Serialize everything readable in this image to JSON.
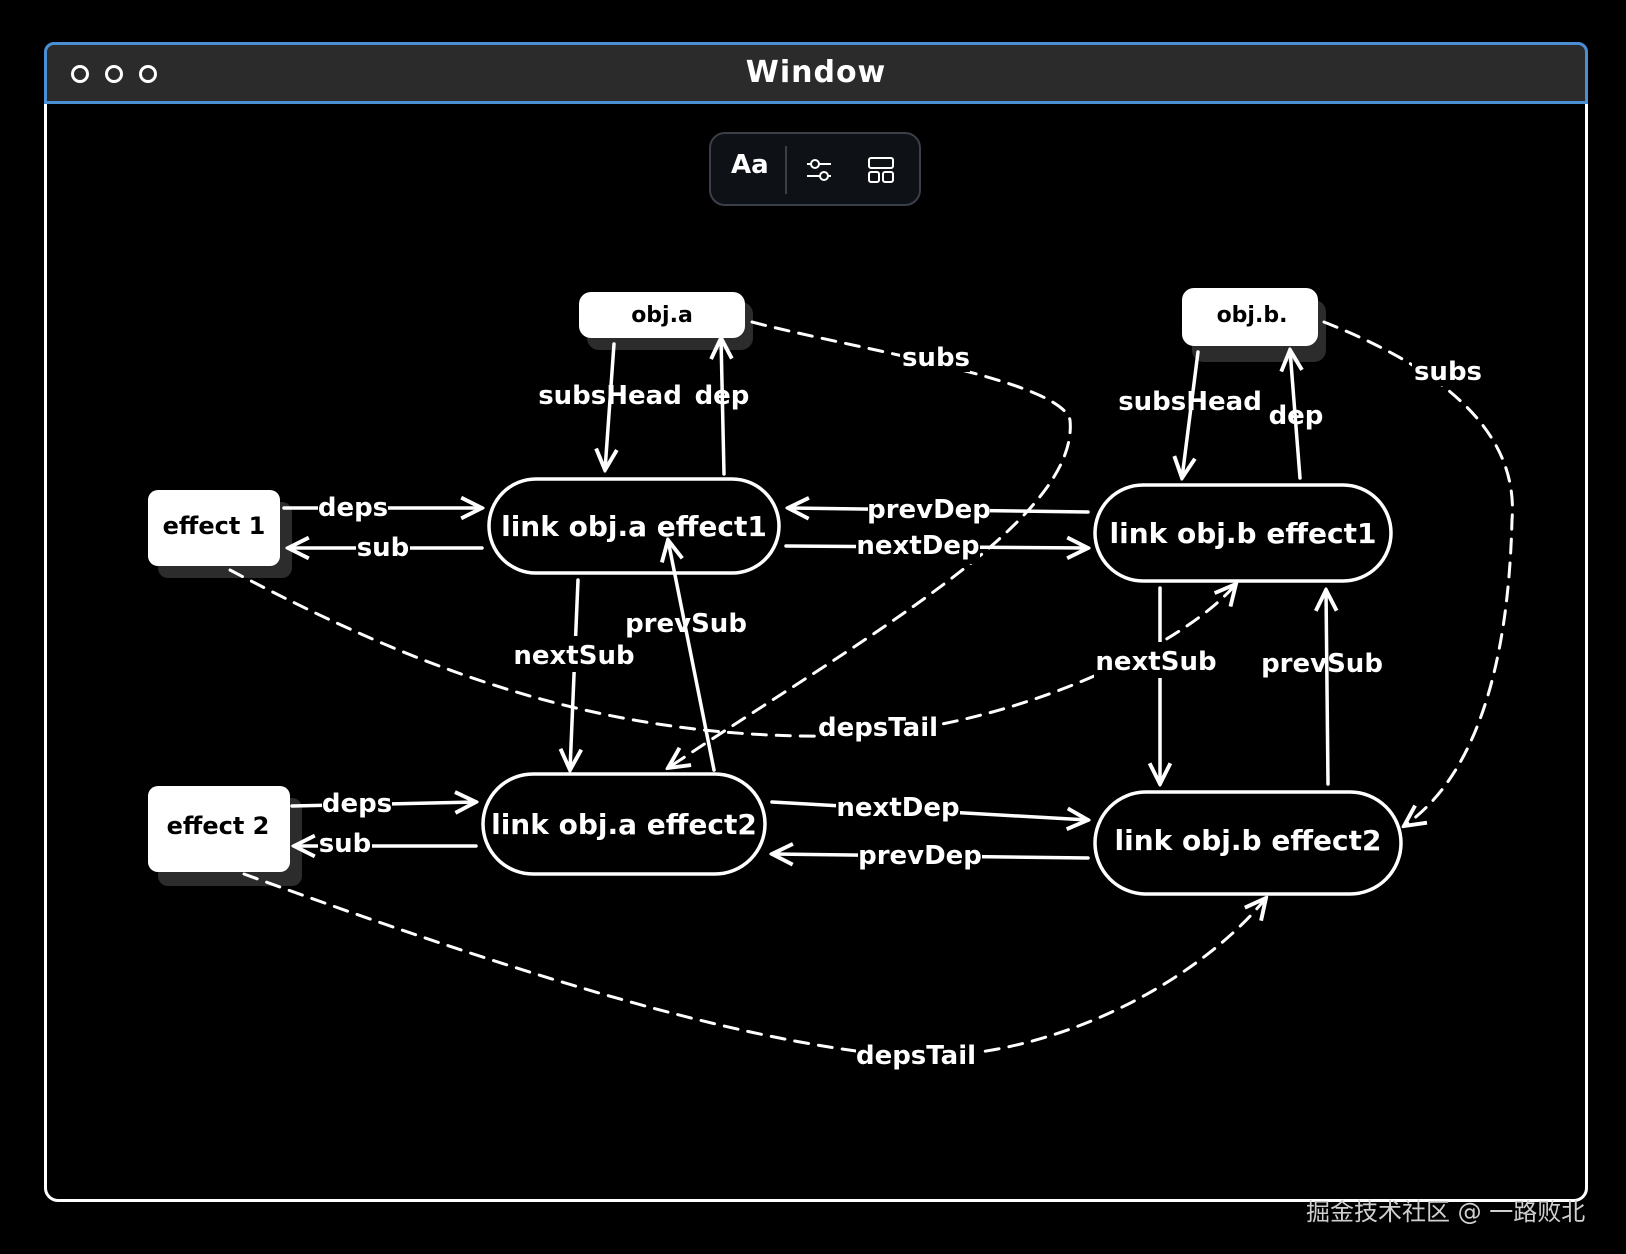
{
  "window": {
    "title": "Window"
  },
  "toolbar": {
    "font_button": "Aa",
    "icons": [
      "sliders-icon",
      "layout-icon"
    ]
  },
  "nodes": {
    "obj_a": "obj.a",
    "obj_b": "obj.b.",
    "effect1": "effect 1",
    "effect2": "effect 2",
    "link_a1": "link obj.a effect1",
    "link_b1": "link obj.b effect1",
    "link_a2": "link obj.a effect2",
    "link_b2": "link obj.b effect2"
  },
  "edge_labels": {
    "subs_a": "subs",
    "subs_b": "subs",
    "subsHead_a": "subsHead",
    "dep_a": "dep",
    "subsHead_b": "subsHead",
    "dep_b": "dep",
    "deps_1": "deps",
    "sub_1": "sub",
    "deps_2": "deps",
    "sub_2": "sub",
    "prevDep_1": "prevDep",
    "nextDep_1": "nextDep",
    "nextDep_2": "nextDep",
    "prevDep_2": "prevDep",
    "nextSub_a": "nextSub",
    "prevSub_a": "prevSub",
    "nextSub_b": "nextSub",
    "prevSub_b": "prevSub",
    "depsTail_1": "depsTail",
    "depsTail_2": "depsTail"
  },
  "colors": {
    "background": "#000000",
    "stroke": "#ffffff",
    "titlebar": "#2b2b2b",
    "titlebar_border": "#4a8fd4"
  },
  "watermark": "掘金技术社区 @ 一路败北"
}
